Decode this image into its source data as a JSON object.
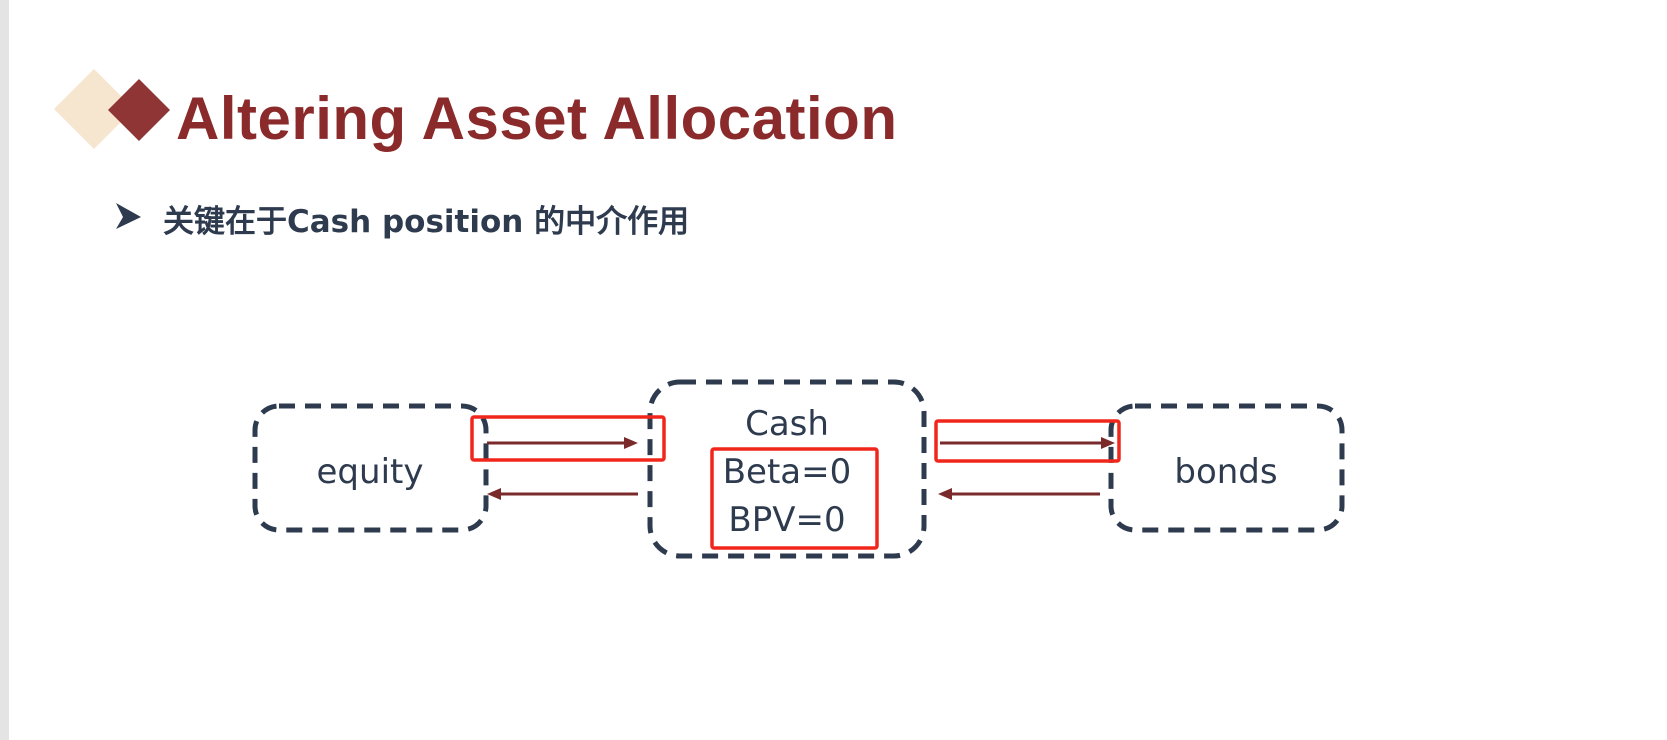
{
  "slide": {
    "title": "Altering Asset Allocation",
    "bullet": "关键在于Cash position 的中介作用"
  },
  "diagram": {
    "equity_label": "equity",
    "cash_label": "Cash",
    "cash_beta": "Beta=0",
    "cash_bpv": "BPV=0",
    "bonds_label": "bonds"
  },
  "colors": {
    "title": "#8b2a2b",
    "text": "#2e3b4e",
    "highlight": "#f0261c",
    "arrow": "#7a2a2a"
  }
}
